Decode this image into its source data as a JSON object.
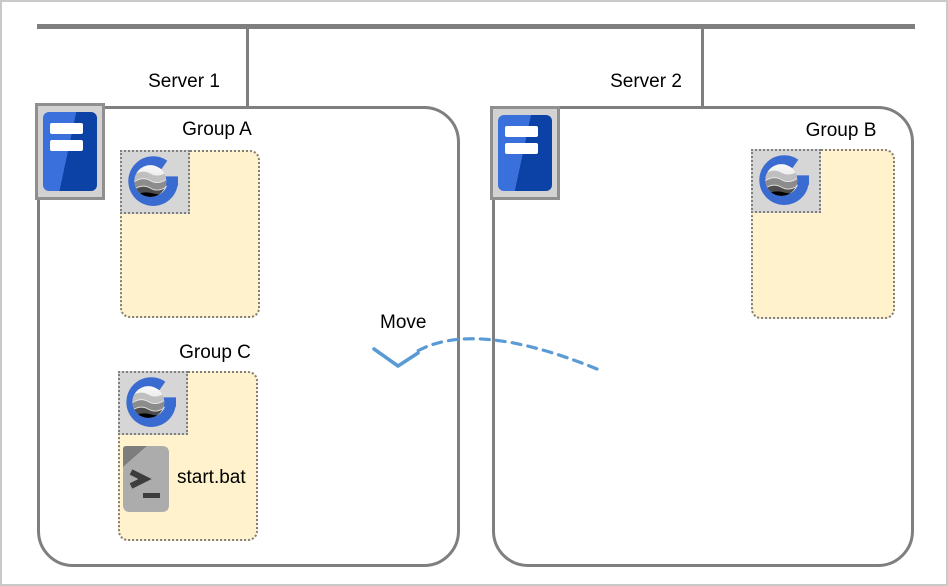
{
  "diagram": {
    "network": {
      "type": "bus",
      "description": "horizontal network line with drop connectors to two servers"
    },
    "servers": [
      {
        "label": "Server 1",
        "icon": "server-tower-icon",
        "groups": [
          {
            "label": "Group A",
            "icon": "g-logo-icon",
            "items": []
          },
          {
            "label": "Group C",
            "icon": "g-logo-icon",
            "items": [
              {
                "label": "start.bat",
                "icon": "terminal-batch-file-icon"
              }
            ]
          }
        ]
      },
      {
        "label": "Server 2",
        "icon": "server-tower-icon",
        "groups": [
          {
            "label": "Group B",
            "icon": "g-logo-icon",
            "items": []
          }
        ]
      }
    ],
    "move_arrow": {
      "label": "Move",
      "style": "dashed",
      "color": "#5B9BD5",
      "from": "Server 2",
      "to": "Server 1"
    },
    "colors": {
      "line_gray": "#7F7F7F",
      "group_fill": "#FFF2CC",
      "icon_bg": "#D6D6D6",
      "server_blue_light": "#3A70DC",
      "server_blue_dark": "#0C41A6",
      "g_logo_blue": "#3A6BD1",
      "arrow_blue": "#5B9BD5"
    }
  }
}
